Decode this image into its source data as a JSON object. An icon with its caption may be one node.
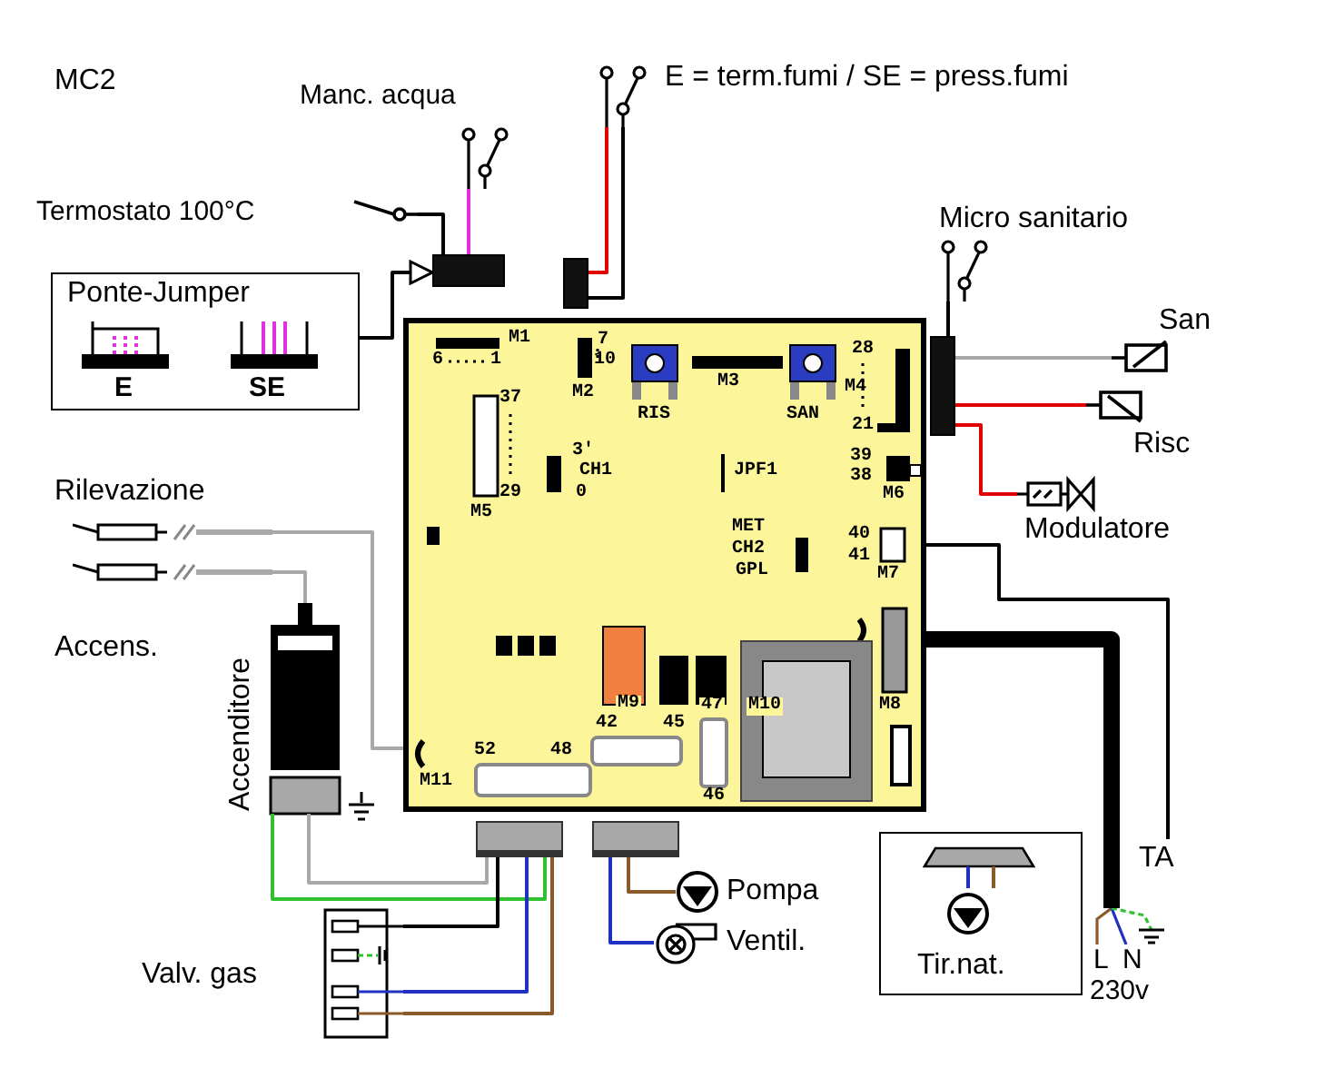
{
  "diagram": {
    "title": "MC2",
    "nodes": [
      {
        "text": [
          "Manc. acqua"
        ]
      },
      {
        "text": [
          "E = term.fumi / SE = press.fumi"
        ]
      },
      {
        "text": [
          "Termostato 100°C"
        ]
      },
      {
        "text": [
          "Micro sanitario"
        ]
      },
      {
        "text": [
          "Ponte-Jumper",
          "E",
          "SE"
        ]
      },
      {
        "text": [],
        "shape": "box"
      },
      {
        "text": [],
        "shape": "box"
      },
      {
        "text": [],
        "shape": "box"
      },
      {
        "text": [],
        "shape": "box"
      },
      {
        "text": [
          "San"
        ]
      },
      {
        "text": [
          "Risc"
        ]
      },
      {
        "text": [
          "Modulatore"
        ]
      },
      {
        "text": [
          "Rilevazione"
        ]
      },
      {
        "text": [
          "Accens.",
          "Accenditore"
        ]
      },
      {
        "text": [
          "TA"
        ]
      },
      {
        "text": [],
        "shape": "box"
      },
      {
        "text": [],
        "shape": "box"
      },
      {
        "text": [
          "Pompa"
        ]
      },
      {
        "text": [
          "Tir.nat."
        ]
      },
      {
        "text": [
          "L",
          "N",
          "230v"
        ]
      },
      {
        "text": [
          "Valv. gas"
        ]
      },
      {
        "text": [
          "Ventil."
        ]
      }
    ],
    "edges": [
      {
        "from": 0,
        "to": 5,
        "arrow": "none",
        "color": "#e030e0"
      },
      {
        "from": 2,
        "to": 5,
        "arrow": "none"
      },
      {
        "from": 4,
        "to": 5,
        "arrow": "to"
      },
      {
        "from": 1,
        "to": 6,
        "arrow": "none",
        "color": "#e00000"
      },
      {
        "from": 1,
        "to": 6,
        "arrow": "none"
      },
      {
        "from": 3,
        "to": 8,
        "arrow": "none"
      },
      {
        "from": 9,
        "to": 8,
        "arrow": "none",
        "color": "#a8a8a8"
      },
      {
        "from": 10,
        "to": 8,
        "arrow": "none",
        "color": "#e00000"
      },
      {
        "from": 11,
        "to": 8,
        "arrow": "none",
        "color": "#e00000"
      },
      {
        "from": 12,
        "to": 7,
        "arrow": "none",
        "color": "#a8a8a8"
      },
      {
        "from": 13,
        "to": 12,
        "arrow": "none",
        "color": "#a8a8a8"
      },
      {
        "from": 14,
        "to": 7,
        "arrow": "none"
      },
      {
        "from": 19,
        "to": 7,
        "arrow": "none",
        "style": "thick"
      },
      {
        "from": 13,
        "to": 15,
        "arrow": "none",
        "color": "#30c030"
      },
      {
        "from": 13,
        "to": 15,
        "arrow": "none",
        "color": "#a8a8a8"
      },
      {
        "from": 20,
        "to": 15,
        "arrow": "none"
      },
      {
        "from": 20,
        "to": 15,
        "arrow": "none",
        "color": "#2030c0"
      },
      {
        "from": 20,
        "to": 15,
        "arrow": "none",
        "color": "#8b5a2b"
      },
      {
        "from": 17,
        "to": 16,
        "arrow": "none",
        "color": "#8b5a2b"
      },
      {
        "from": 21,
        "to": 16,
        "arrow": "none",
        "color": "#2030c0"
      }
    ],
    "labels": [
      "M1",
      "6",
      "1",
      "7",
      "10",
      "M2",
      "RIS",
      "M3",
      "SAN",
      "28",
      "21",
      "M4",
      "37",
      "29",
      "M5",
      "3'",
      "CH1",
      "0",
      "JPF1",
      "39",
      "38",
      "M6",
      "MET",
      "CH2",
      "GPL",
      "40",
      "41",
      "M7",
      "M9",
      "47",
      "M10",
      "M8",
      "42",
      "45",
      "52",
      "48",
      "M11",
      "46"
    ]
  }
}
